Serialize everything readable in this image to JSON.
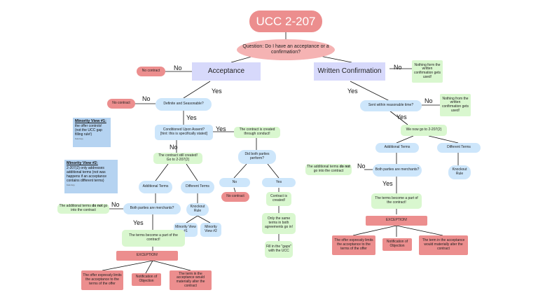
{
  "title": "UCC 2-207",
  "question": "Question: Do I have an acceptance or a confirmation?",
  "labels": {
    "yes": "Yes",
    "no": "No"
  },
  "left": {
    "acceptance": "Acceptance",
    "no_contract_1": "No contract",
    "definite": "Definite and Seasonable?",
    "no_contract_2": "No contract",
    "conditioned": "Conditioned Upon Assent?\n[hint: this is specifically stated]",
    "created_conduct": "The contract is created through conduct!",
    "still_created": "The contract still created!\nGo to 2-207(2)",
    "did_both_perform": "Did both parties perform?",
    "perform_no": "No",
    "perform_yes": "Yes",
    "no_contract_3": "No contract",
    "contract_created": "Contract is created!",
    "only_same_terms": "Only the same terms in both agreements go in!",
    "fill_gaps": "Fill in the \"gaps\" with the UCC",
    "additional_terms": "Additional Terms",
    "different_terms": "Different Terms",
    "additional_not_in_a": "The additional terms ",
    "additional_not_in_bold": "do not",
    "additional_not_in_b": " go into the contract",
    "both_merchants": "Both parties are merchants?",
    "knockout": "Knockout Rule",
    "minority1_btn": "Minority View #1",
    "minority2_btn": "Minority View #2",
    "terms_part": "The terms become a part of the contract!",
    "exception": "EXCEPTION!",
    "exc_offer": "The offer expressly limits the acceptance to the terms of the offer",
    "exc_notification": "Notification of Objection",
    "exc_material": "The term in the acceptance would materially alter the contract"
  },
  "right": {
    "written": "Written Confirmation",
    "nothing_1": "Nothing form the written confirmation gets used!",
    "sent_reasonable": "Sent within reasonable time?",
    "nothing_2": "Nothing from the written confirmation gets used!",
    "goto": "We now go to 2-207(2)",
    "additional_terms": "Additional Terms",
    "different_terms": "Different Terms",
    "additional_not_in_a": "The additional terms ",
    "additional_not_in_bold": "do not",
    "additional_not_in_b": " go into the contract",
    "both_merchants": "Both parties are merchants?",
    "knockout": "Knockout Rule",
    "terms_part": "The terms become a part of the contract!",
    "exception": "EXCEPTION!",
    "exc_offer": "The offer expressly limits the acceptance to the terms of the offer",
    "exc_notification": "Notification of Objection",
    "exc_material": "The term in the acceptance would materially alter the contract"
  },
  "notes": {
    "m1_title": "Minority View #1:",
    "m1_body": "the offer controls! (not the UCC gap filling rule!)",
    "m1_small": "Kwik-Kopy",
    "m2_title": "Minority View #2:",
    "m2_body": "2-207(2) only addresses additional terms (not was happens if an acceptance contains different terms)",
    "m2_small": "Kwik-Kopy"
  }
}
